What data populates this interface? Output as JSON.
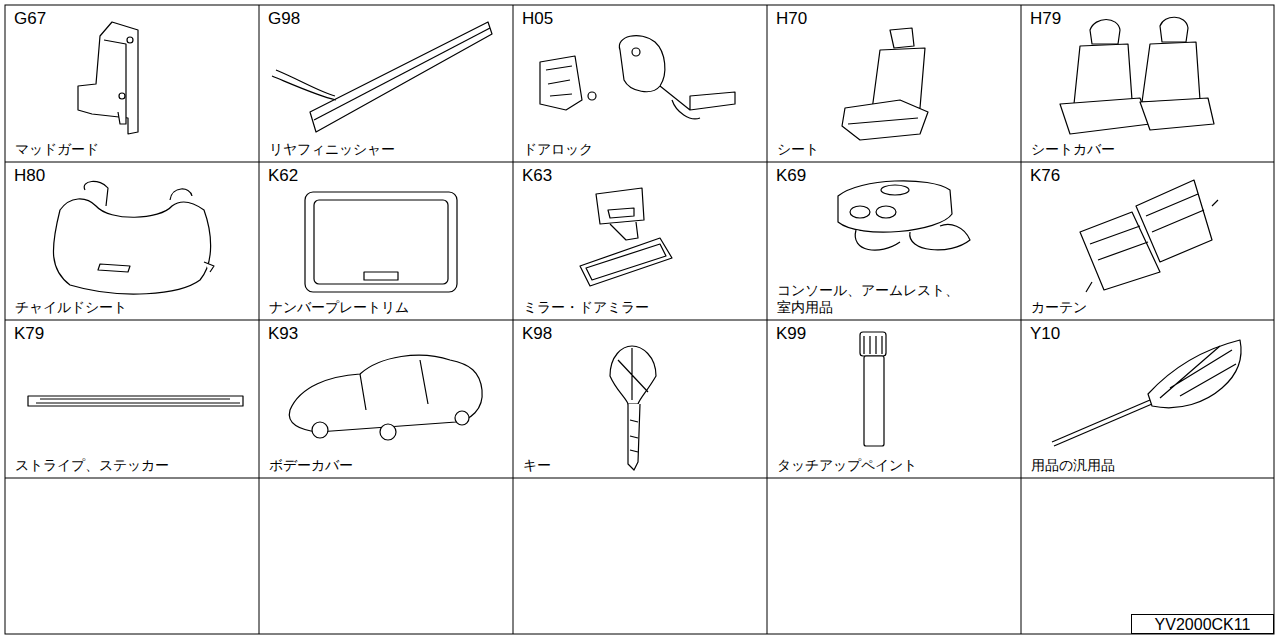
{
  "diagram": {
    "nodes": [
      {
        "text": [
          "G67",
          "マッドガード"
        ]
      },
      {
        "text": [
          "G98",
          "リヤフィニッシャー"
        ]
      },
      {
        "text": [
          "H05",
          "ドアロック"
        ]
      },
      {
        "text": [
          "H70",
          "シート"
        ]
      },
      {
        "text": [
          "H79",
          "シートカバー"
        ]
      },
      {
        "text": [
          "H80",
          "チャイルドシート"
        ]
      },
      {
        "text": [
          "K62",
          "ナンバープレートリム"
        ]
      },
      {
        "text": [
          "K63",
          "ミラー・ドアミラー"
        ]
      },
      {
        "text": [
          "K69",
          "コンソール、アームレスト、 室内用品"
        ]
      },
      {
        "text": [
          "K76",
          "カーテン"
        ]
      },
      {
        "text": [
          "K79",
          "ストライプ、ステッカー"
        ]
      },
      {
        "text": [
          "K93",
          "ボデーカバー"
        ]
      },
      {
        "text": [
          "K98",
          "キー"
        ]
      },
      {
        "text": [
          "K99",
          "タッチアップペイント"
        ]
      },
      {
        "text": [
          "Y10",
          "用品の汎用品"
        ]
      },
      {
        "text": [
          "YV2000CK11"
        ]
      }
    ]
  }
}
